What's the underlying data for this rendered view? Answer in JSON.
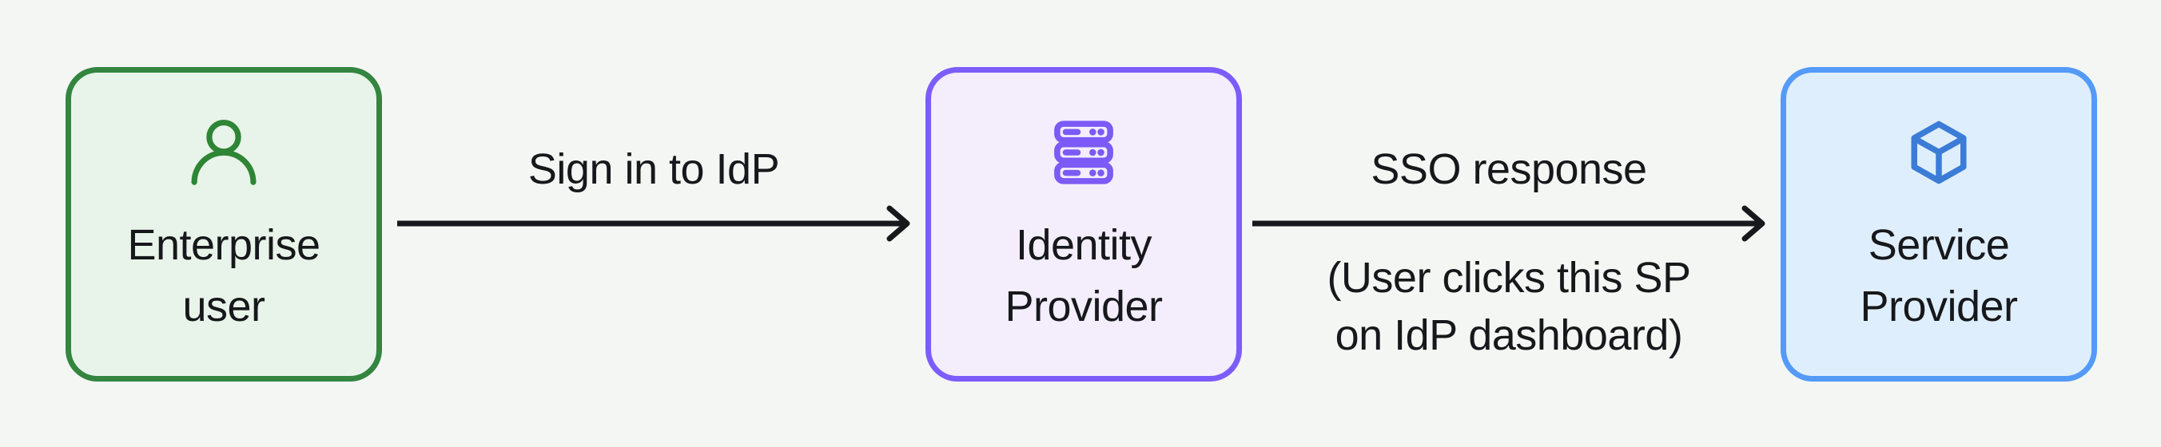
{
  "canvas": {
    "background": "#f4f6f4",
    "text_color": "#16181b",
    "arrow_color": "#16181b"
  },
  "nodes": [
    {
      "name": "enterprise-user",
      "lines": [
        "Enterprise",
        "user"
      ],
      "icon": "user-icon",
      "border_color": "#338540",
      "fill_color": "#e8f4e9",
      "icon_color": "#2e8535"
    },
    {
      "name": "identity-provider",
      "lines": [
        "Identity",
        "Provider"
      ],
      "icon": "server-icon",
      "border_color": "#7c5cfa",
      "fill_color": "#f3edfc",
      "icon_color": "#7b5af5"
    },
    {
      "name": "service-provider",
      "lines": [
        "Service",
        "Provider"
      ],
      "icon": "cube-icon",
      "border_color": "#549af7",
      "fill_color": "#dfeefc",
      "icon_color": "#3b7cd6"
    }
  ],
  "edges": [
    {
      "from": "enterprise-user",
      "to": "identity-provider",
      "label": "Sign in to IdP",
      "sublabel_lines": []
    },
    {
      "from": "identity-provider",
      "to": "service-provider",
      "label": "SSO response",
      "sublabel_lines": [
        "(User clicks this SP",
        "on IdP dashboard)"
      ]
    }
  ]
}
